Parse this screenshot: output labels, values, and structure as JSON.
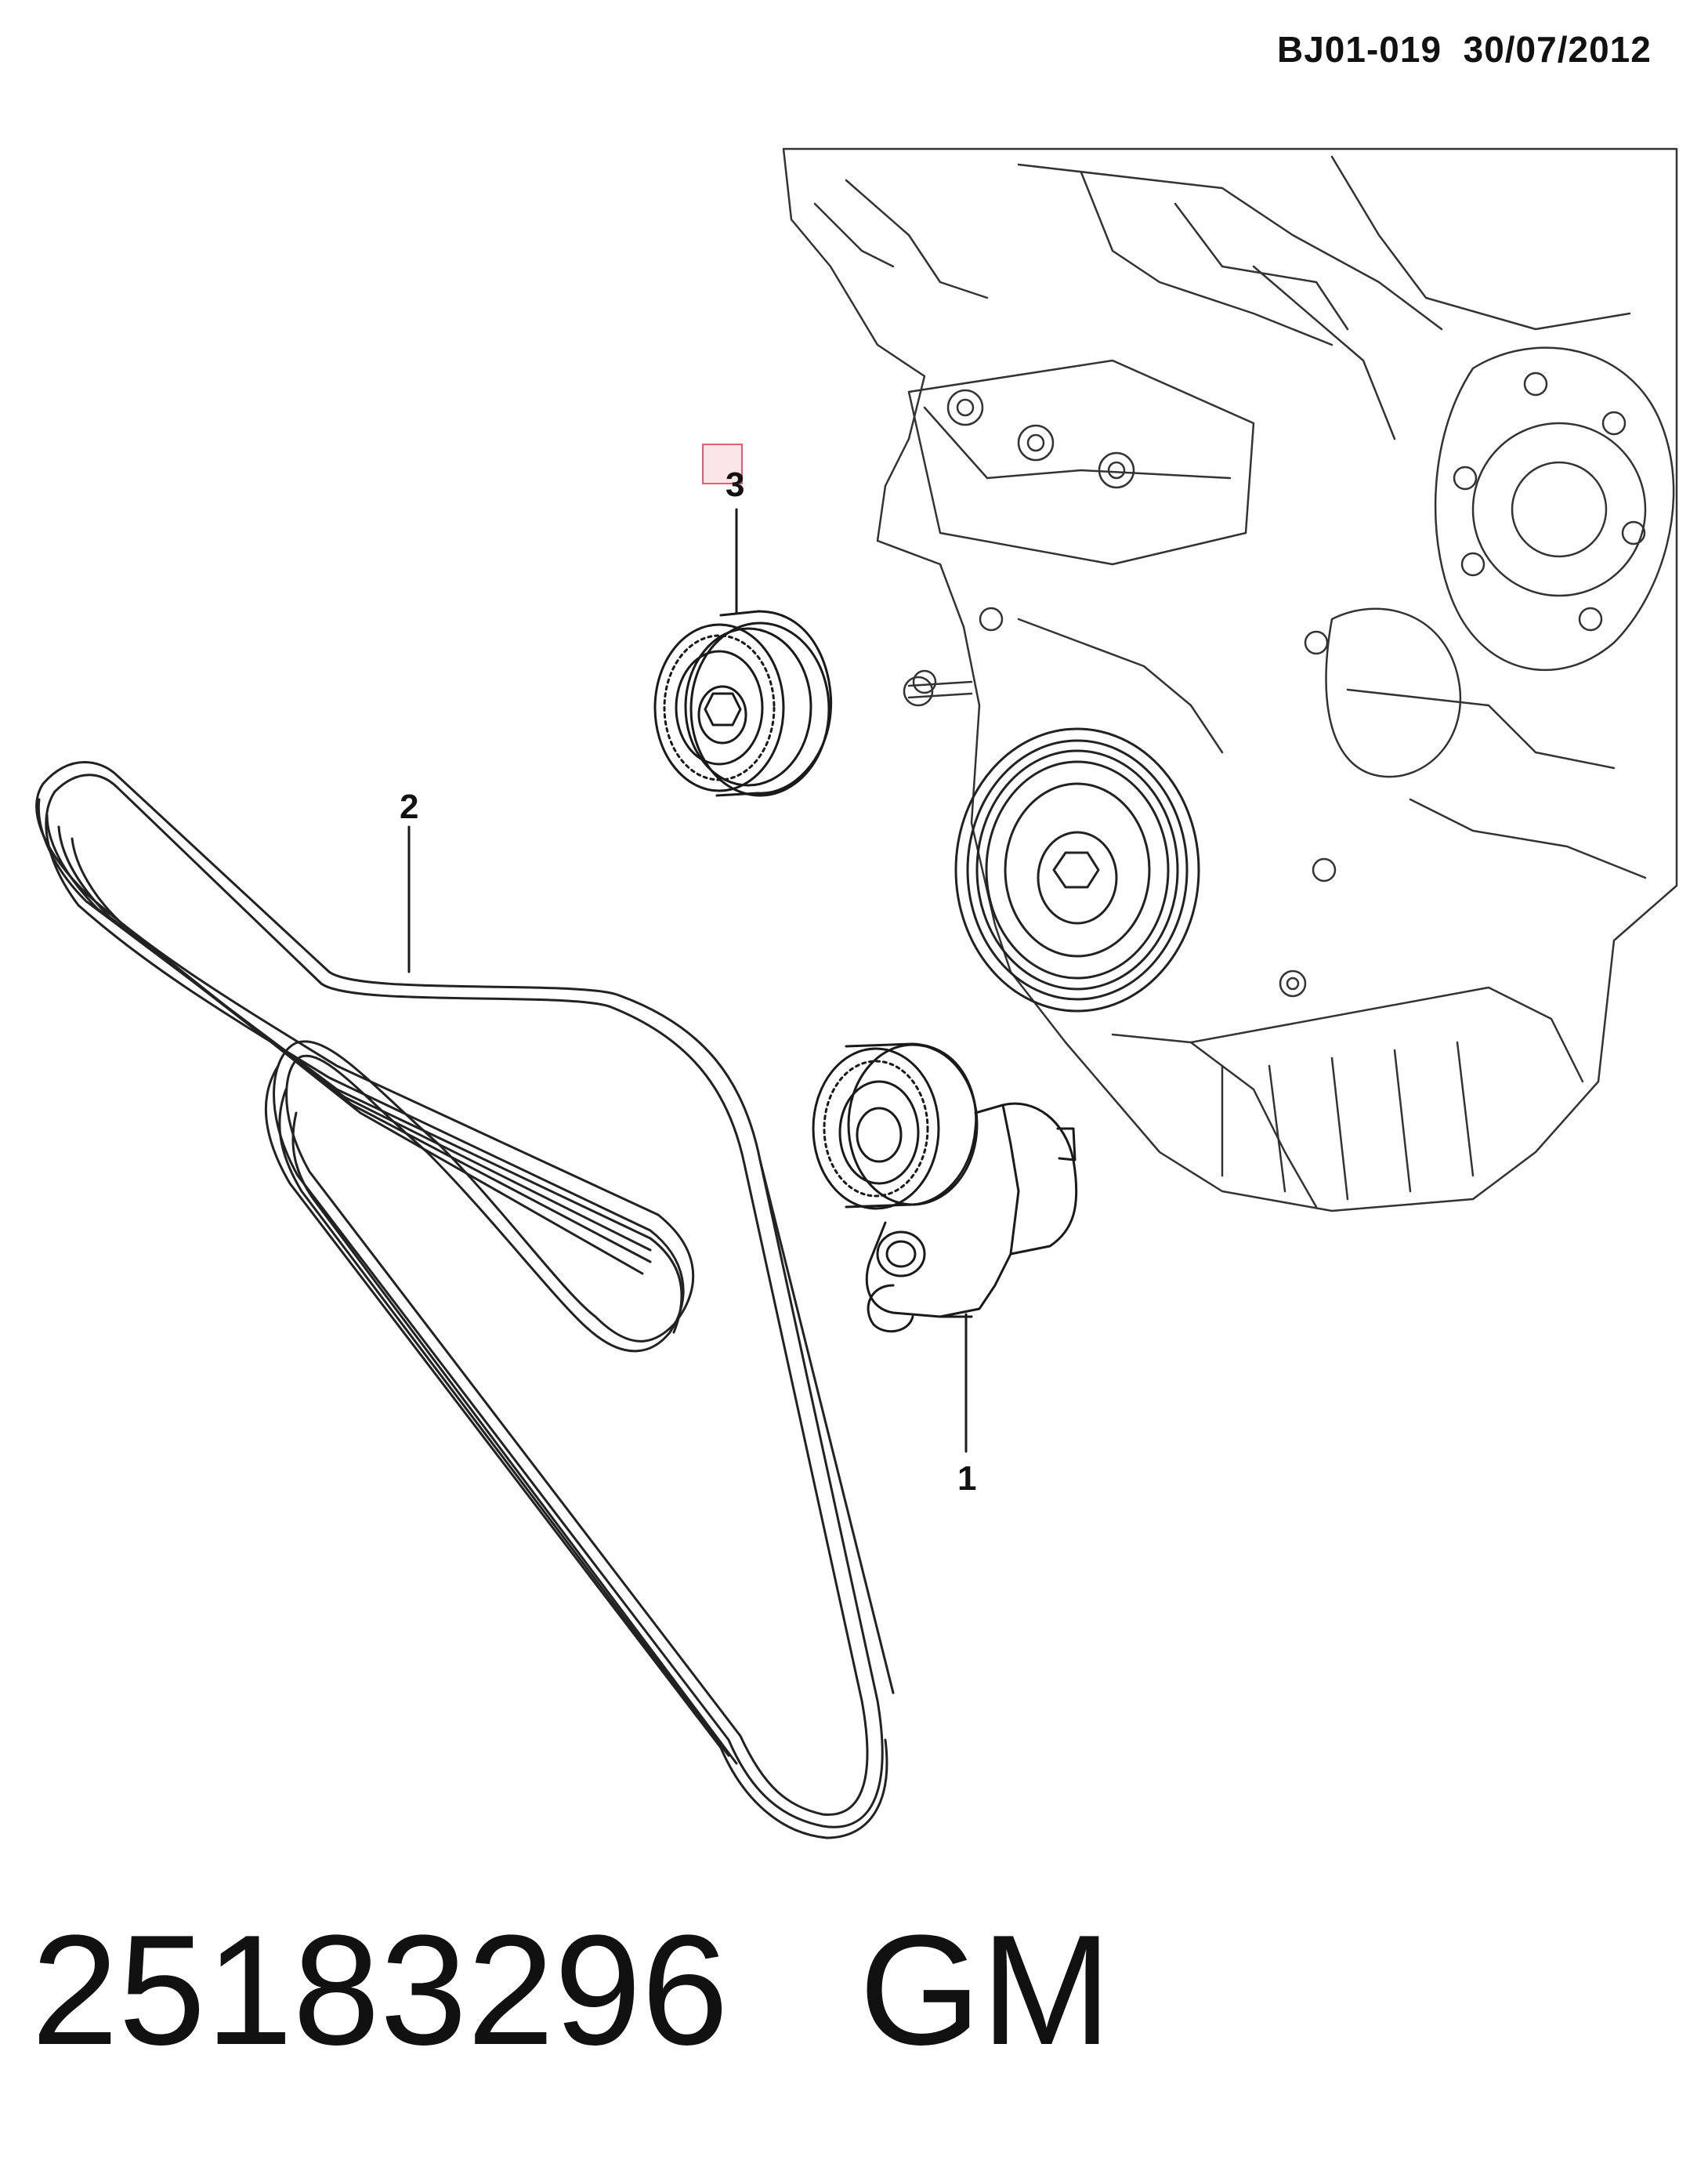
{
  "header": {
    "ref_code": "BJ01-019",
    "date": "30/07/2012"
  },
  "callouts": {
    "part_1": "1",
    "part_2": "2",
    "part_3": "3"
  },
  "footer": {
    "part_number": "25183296",
    "brand": "GM"
  },
  "colors": {
    "line": "#1a1a1a",
    "background": "#ffffff",
    "highlight": "#e06070"
  }
}
